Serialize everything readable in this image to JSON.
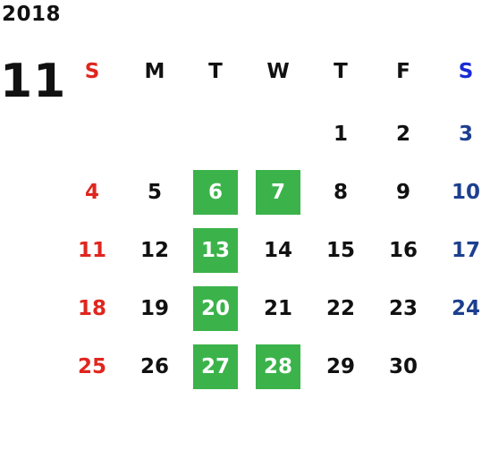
{
  "calendar": {
    "year": "2018",
    "month": "11",
    "weekdays": [
      "S",
      "M",
      "T",
      "W",
      "T",
      "F",
      "S"
    ],
    "weeks": [
      [
        "",
        "",
        "",
        "",
        "1",
        "2",
        "3"
      ],
      [
        "4",
        "5",
        "6",
        "7",
        "8",
        "9",
        "10"
      ],
      [
        "11",
        "12",
        "13",
        "14",
        "15",
        "16",
        "17"
      ],
      [
        "18",
        "19",
        "20",
        "21",
        "22",
        "23",
        "24"
      ],
      [
        "25",
        "26",
        "27",
        "28",
        "29",
        "30",
        ""
      ]
    ],
    "highlighted_days": [
      "6",
      "7",
      "13",
      "20",
      "27",
      "28"
    ],
    "colors": {
      "sunday": "#e0261e",
      "saturday_header": "#1a2bd6",
      "saturday": "#1d3f8f",
      "highlight_bg": "#3bb34a",
      "highlight_text": "#ffffff",
      "default_text": "#111111"
    }
  }
}
